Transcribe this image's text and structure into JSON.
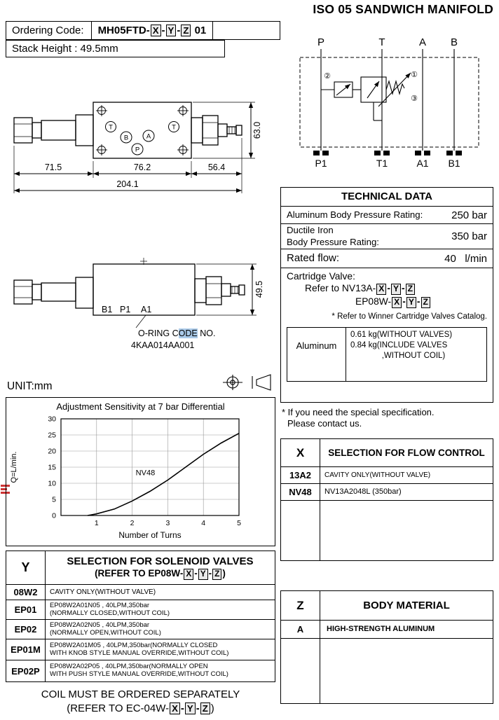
{
  "title": "ISO 05 SANDWICH MANIFOLD",
  "ordering": {
    "label": "Ordering Code:",
    "code_prefix": "MH05FTD-",
    "code_suffix": "01",
    "stack_height": "Stack Height : 49.5mm"
  },
  "xyz": {
    "x": "X",
    "y": "Y",
    "z": "Z",
    "sep": "-"
  },
  "drawing_top": {
    "ports": {
      "t_left": "T",
      "t_right": "T",
      "b": "B",
      "a": "A",
      "p": "P"
    },
    "dims": {
      "d1": "71.5",
      "d2": "76.2",
      "d3": "56.4",
      "total": "204.1",
      "height": "63.0"
    }
  },
  "circuit": {
    "top_ports": [
      "P",
      "T",
      "A",
      "B"
    ],
    "bottom_ports": [
      "P1",
      "T1",
      "A1",
      "B1"
    ],
    "callouts": {
      "c1": "①",
      "c2": "②",
      "c3": "③"
    }
  },
  "technical_data": {
    "title": "TECHNICAL DATA",
    "row1": {
      "label": "Aluminum Body Pressure Rating:",
      "value": "250 bar"
    },
    "row2": {
      "label": "Ductile Iron\nBody Pressure Rating:",
      "value": "350 bar"
    },
    "row3": {
      "label": "Rated flow:",
      "value": "40",
      "unit": "l/min"
    },
    "cartridge": {
      "label": "Cartridge Valve:",
      "line1_prefix": "Refer to NV13A-",
      "line2_prefix": "EP08W-",
      "note": "* Refer to Winner Cartridge Valves Catalog."
    },
    "weight": {
      "material": "Aluminum",
      "value": "0.61 kg(WITHOUT VALVES)\n0.84 kg(INCLUDE VALVES\n              ,WITHOUT COIL)"
    },
    "footnote1": "* If you need the special specification.",
    "footnote2": "Please contact us."
  },
  "drawing_side": {
    "ports": {
      "b1": "B1",
      "p1": "P1",
      "a1": "A1"
    },
    "dim_height": "49.5",
    "oring_pre": "O-RING C",
    "oring_hl": "ODE",
    "oring_post": " NO.",
    "oring_code": "4KAA014AA001"
  },
  "unit_label": "UNIT:mm",
  "chart_data": {
    "type": "line",
    "title": "Adjustment Sensitivity at 7 bar Differential",
    "xlabel": "Number of Turns",
    "ylabel": "Q=L/min.",
    "xlim": [
      0,
      5
    ],
    "ylim": [
      0,
      30
    ],
    "xticks": [
      1,
      2,
      3,
      4,
      5
    ],
    "yticks": [
      0,
      5,
      10,
      15,
      20,
      25,
      30
    ],
    "grid": true,
    "legend_position": "inside",
    "series": [
      {
        "name": "NV48",
        "x": [
          0.75,
          1,
          1.5,
          2,
          2.5,
          3,
          3.5,
          4,
          4.5,
          5
        ],
        "y": [
          0,
          0.5,
          2,
          4.5,
          7.5,
          11,
          15,
          19,
          22.5,
          25.5
        ]
      }
    ]
  },
  "x_table": {
    "key": "X",
    "label": "SELECTION FOR FLOW CONTROL",
    "rows": [
      {
        "key": "13A2",
        "desc": "CAVITY ONLY(WITHOUT VALVE)"
      },
      {
        "key": "NV48",
        "desc": "NV13A2048L (350bar)"
      }
    ]
  },
  "y_table": {
    "key": "Y",
    "label_line1": "SELECTION FOR SOLENOID VALVES",
    "label_line2_prefix": "(REFER TO EP08W-",
    "label_line2_suffix": ")",
    "rows": [
      {
        "key": "08W2",
        "desc": "CAVITY ONLY(WITHOUT VALVE)"
      },
      {
        "key": "EP01",
        "desc": "EP08W2A01N05 , 40LPM,350bar\n(NORMALLY CLOSED,WITHOUT COIL)"
      },
      {
        "key": "EP02",
        "desc": "EP08W2A02N05 , 40LPM,350bar\n(NORMALLY OPEN,WITHOUT COIL)"
      },
      {
        "key": "EP01M",
        "desc": "EP08W2A01M05 , 40LPM,350bar(NORMALLY CLOSED\nWITH KNOB STYLE MANUAL OVERRIDE,WITHOUT COIL)"
      },
      {
        "key": "EP02P",
        "desc": "EP08W2A02P05 , 40LPM,350bar(NORMALLY OPEN\nWITH PUSH STYLE MANUAL OVERRIDE,WITHOUT COIL)"
      }
    ]
  },
  "z_table": {
    "key": "Z",
    "label": "BODY MATERIAL",
    "rows": [
      {
        "key": "A",
        "desc": "HIGH-STRENGTH ALUMINUM"
      }
    ]
  },
  "footer": {
    "line1": "COIL MUST BE ORDERED SEPARATELY",
    "line2_prefix": "(REFER TO EC-04W-",
    "line2_suffix": ")"
  },
  "colors": {
    "highlight": "#a9c9e8",
    "accent_red": "#cc3333",
    "line": "#000000"
  }
}
